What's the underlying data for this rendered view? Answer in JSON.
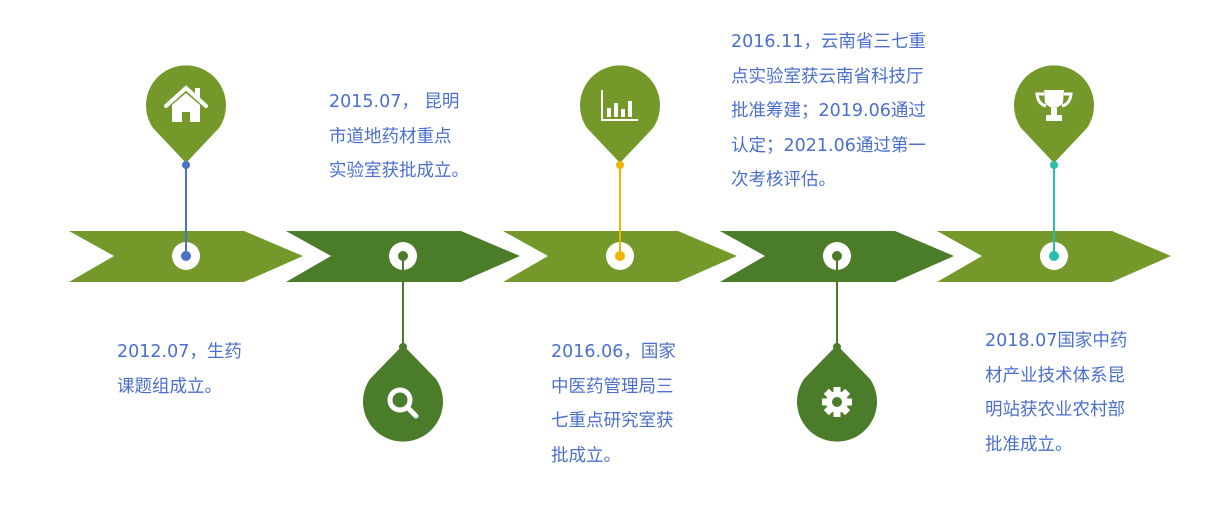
{
  "colors": {
    "light_green": "#74992a",
    "dark_green": "#4a7c29",
    "text_blue": "#4a6fcf"
  },
  "milestones": [
    {
      "position": "top",
      "icon": "home-icon",
      "line_color": "#4a72c8",
      "segment_color": "#74992a",
      "text_side": "bottom",
      "lines": [
        "2012.07，生药",
        "课题组成立。"
      ]
    },
    {
      "position": "bottom",
      "icon": "search-icon",
      "line_color": "#4a7c29",
      "segment_color": "#4a7c29",
      "text_side": "top",
      "lines": [
        "2015.07， 昆明",
        "市道地药材重点",
        "实验室获批成立。"
      ]
    },
    {
      "position": "top",
      "icon": "bar-chart-icon",
      "line_color": "#f0b400",
      "segment_color": "#74992a",
      "text_side": "bottom",
      "lines": [
        "2016.06，国家",
        "中医药管理局三",
        "七重点研究室获",
        "批成立。"
      ]
    },
    {
      "position": "bottom",
      "icon": "gear-icon",
      "line_color": "#4a7c29",
      "segment_color": "#4a7c29",
      "text_side": "top",
      "lines": [
        "2016.11，云南省三七重",
        "点实验室获云南省科技厅",
        "批准筹建；2019.06通过",
        "认定；2021.06通过第一",
        "次考核评估。"
      ]
    },
    {
      "position": "top",
      "icon": "trophy-icon",
      "line_color": "#2bbcb0",
      "segment_color": "#74992a",
      "text_side": "bottom",
      "lines": [
        "2018.07国家中药",
        "材产业技术体系昆",
        "明站获农业农村部",
        "批准成立。"
      ]
    }
  ]
}
